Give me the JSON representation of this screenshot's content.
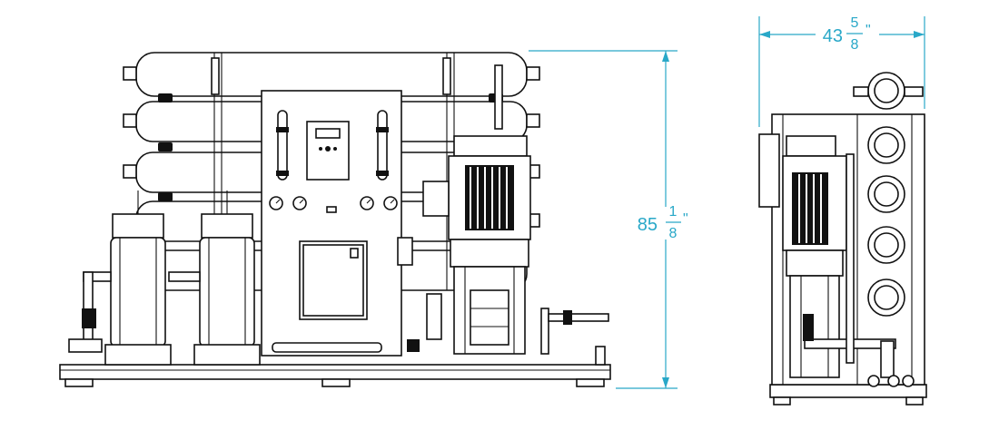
{
  "colors": {
    "line": "#111111",
    "dimension": "#29a8c8",
    "background": "#ffffff"
  },
  "dimensions": {
    "height": {
      "whole": "85",
      "numerator": "1",
      "denominator": "8",
      "unit": "\""
    },
    "width": {
      "whole": "43",
      "numerator": "5",
      "denominator": "8",
      "unit": "\""
    }
  }
}
